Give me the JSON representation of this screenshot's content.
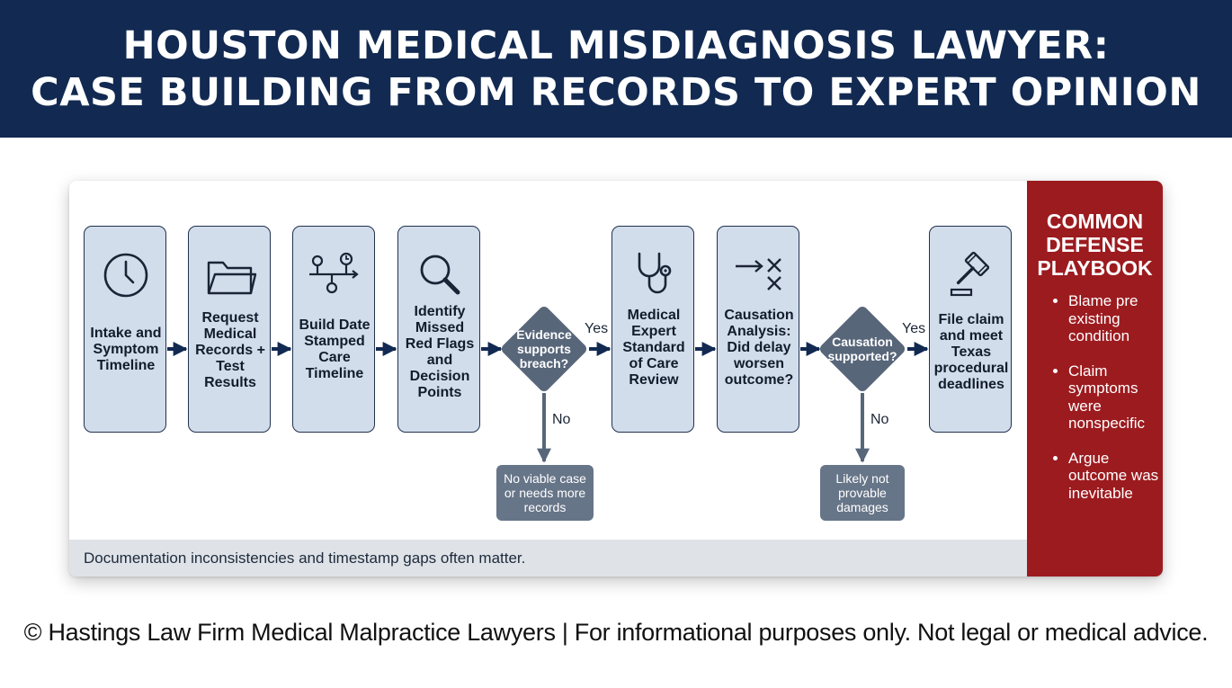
{
  "header": {
    "title_line1": "HOUSTON MEDICAL MISDIAGNOSIS LAWYER:",
    "title_line2": "CASE BUILDING FROM RECORDS TO EXPERT OPINION"
  },
  "flow": {
    "steps": [
      {
        "label": "Intake and Symptom Timeline",
        "icon": "clock-icon"
      },
      {
        "label": "Request Medical Records + Test Results",
        "icon": "folder-icon"
      },
      {
        "label": "Build Date Stamped Care Timeline",
        "icon": "timeline-icon"
      },
      {
        "label": "Identify Missed Red Flags and Decision Points",
        "icon": "magnifier-icon"
      },
      {
        "label": "Medical Expert Standard of Care Review",
        "icon": "stethoscope-icon"
      },
      {
        "label": "Causation Analysis: Did delay worsen outcome?",
        "icon": "arrow-cross-icon"
      },
      {
        "label": "File claim and meet Texas procedural deadlines",
        "icon": "gavel-icon"
      }
    ],
    "decisions": [
      {
        "label": "Evidence supports breach?",
        "yes": "Yes",
        "no": "No",
        "no_outcome": "No viable case or needs more records"
      },
      {
        "label": "Causation supported?",
        "yes": "Yes",
        "no": "No",
        "no_outcome": "Likely not provable damages"
      }
    ],
    "note": "Documentation inconsistencies and timestamp gaps often matter."
  },
  "defense": {
    "title": "COMMON DEFENSE PLAYBOOK",
    "items": [
      "Blame pre existing condition",
      "Claim symptoms were nonspecific",
      "Argue outcome was inevitable"
    ]
  },
  "footer": {
    "copyright": "© Hastings Law Firm Medical Malpractice Lawyers | For informational purposes only. Not legal or medical advice."
  },
  "colors": {
    "header_bg": "#122a52",
    "step_fill": "#d2ddec",
    "decision_fill": "#58667a",
    "arrow": "#122a52",
    "defense_bg": "#9c1b1f"
  }
}
